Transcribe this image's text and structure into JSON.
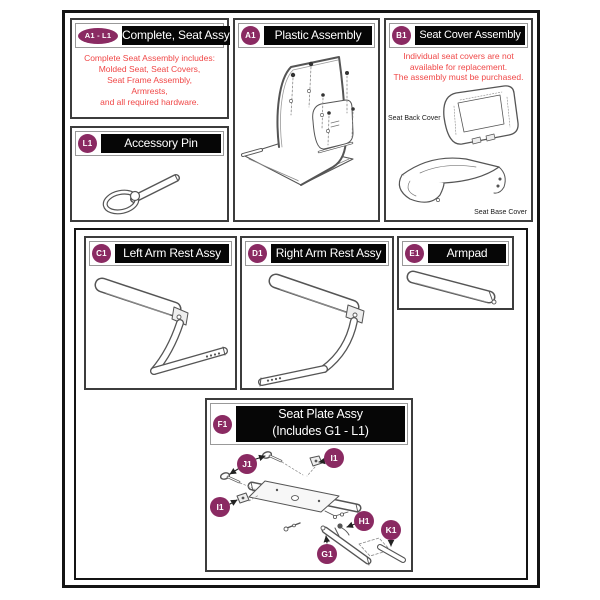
{
  "colors": {
    "badge_bg": "#8A2A62",
    "note_red": "#F04747",
    "header_bg": "#060606",
    "header_text": "#FFFFFF"
  },
  "panels": {
    "complete": {
      "badge": "A1 - L1",
      "title": "Complete, Seat Assy",
      "lines": [
        "Complete Seat Assembly includes:",
        "Molded Seat, Seat Covers,",
        "Seat Frame Assembly,",
        "Armrests,",
        "and all required hardware."
      ]
    },
    "accessory_pin": {
      "badge": "L1",
      "title": "Accessory Pin"
    },
    "plastic": {
      "badge": "A1",
      "title": "Plastic Assembly"
    },
    "seat_cover": {
      "badge": "B1",
      "title": "Seat Cover Assembly",
      "note": [
        "Individual seat covers are not",
        "available for replacement.",
        "The assembly must be purchased."
      ],
      "back_label": "Seat Back Cover",
      "base_label": "Seat Base Cover"
    },
    "left_arm": {
      "badge": "C1",
      "title": "Left Arm Rest Assy"
    },
    "right_arm": {
      "badge": "D1",
      "title": "Right Arm Rest Assy"
    },
    "armpad": {
      "badge": "E1",
      "title": "Armpad"
    },
    "seat_plate": {
      "badge": "F1",
      "title_line1": "Seat Plate Assy",
      "title_line2": "(Includes G1 - L1)",
      "parts": {
        "j1": "J1",
        "i1_top": "I1",
        "i1_left": "I1",
        "h1": "H1",
        "k1": "K1",
        "g1": "G1"
      }
    }
  },
  "drawings": {
    "accessory_pin": "ring-pin-drawing",
    "plastic": "molded-plastic-seat-drawing",
    "seat_cover": "seat-covers-drawing",
    "left_arm": "left-armrest-drawing",
    "right_arm": "right-armrest-drawing",
    "armpad": "armpad-drawing",
    "seat_plate": "seat-plate-exploded-drawing"
  }
}
